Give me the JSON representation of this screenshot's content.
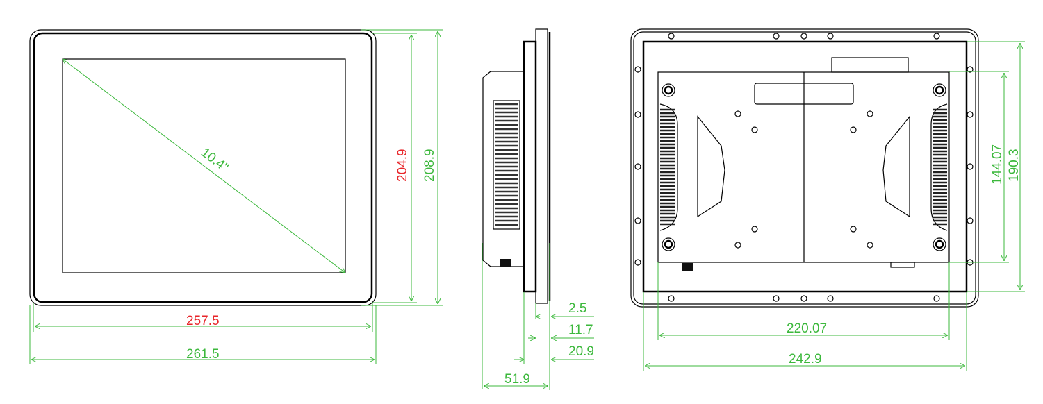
{
  "front_view": {
    "diagonal_label": "10.4\"",
    "active_height": "204.9",
    "overall_height": "208.9",
    "active_width": "257.5",
    "overall_width": "261.5"
  },
  "side_view": {
    "dim_front_bezel": "2.5",
    "dim_panel": "11.7",
    "dim_mount": "20.9",
    "overall_depth": "51.9"
  },
  "rear_view": {
    "body_height": "144.07",
    "cutout_height": "190.3",
    "body_width": "220.07",
    "cutout_width": "242.9"
  },
  "colors": {
    "dimension": "#3cb83c",
    "highlight": "#e8262a",
    "outline": "#000000"
  }
}
